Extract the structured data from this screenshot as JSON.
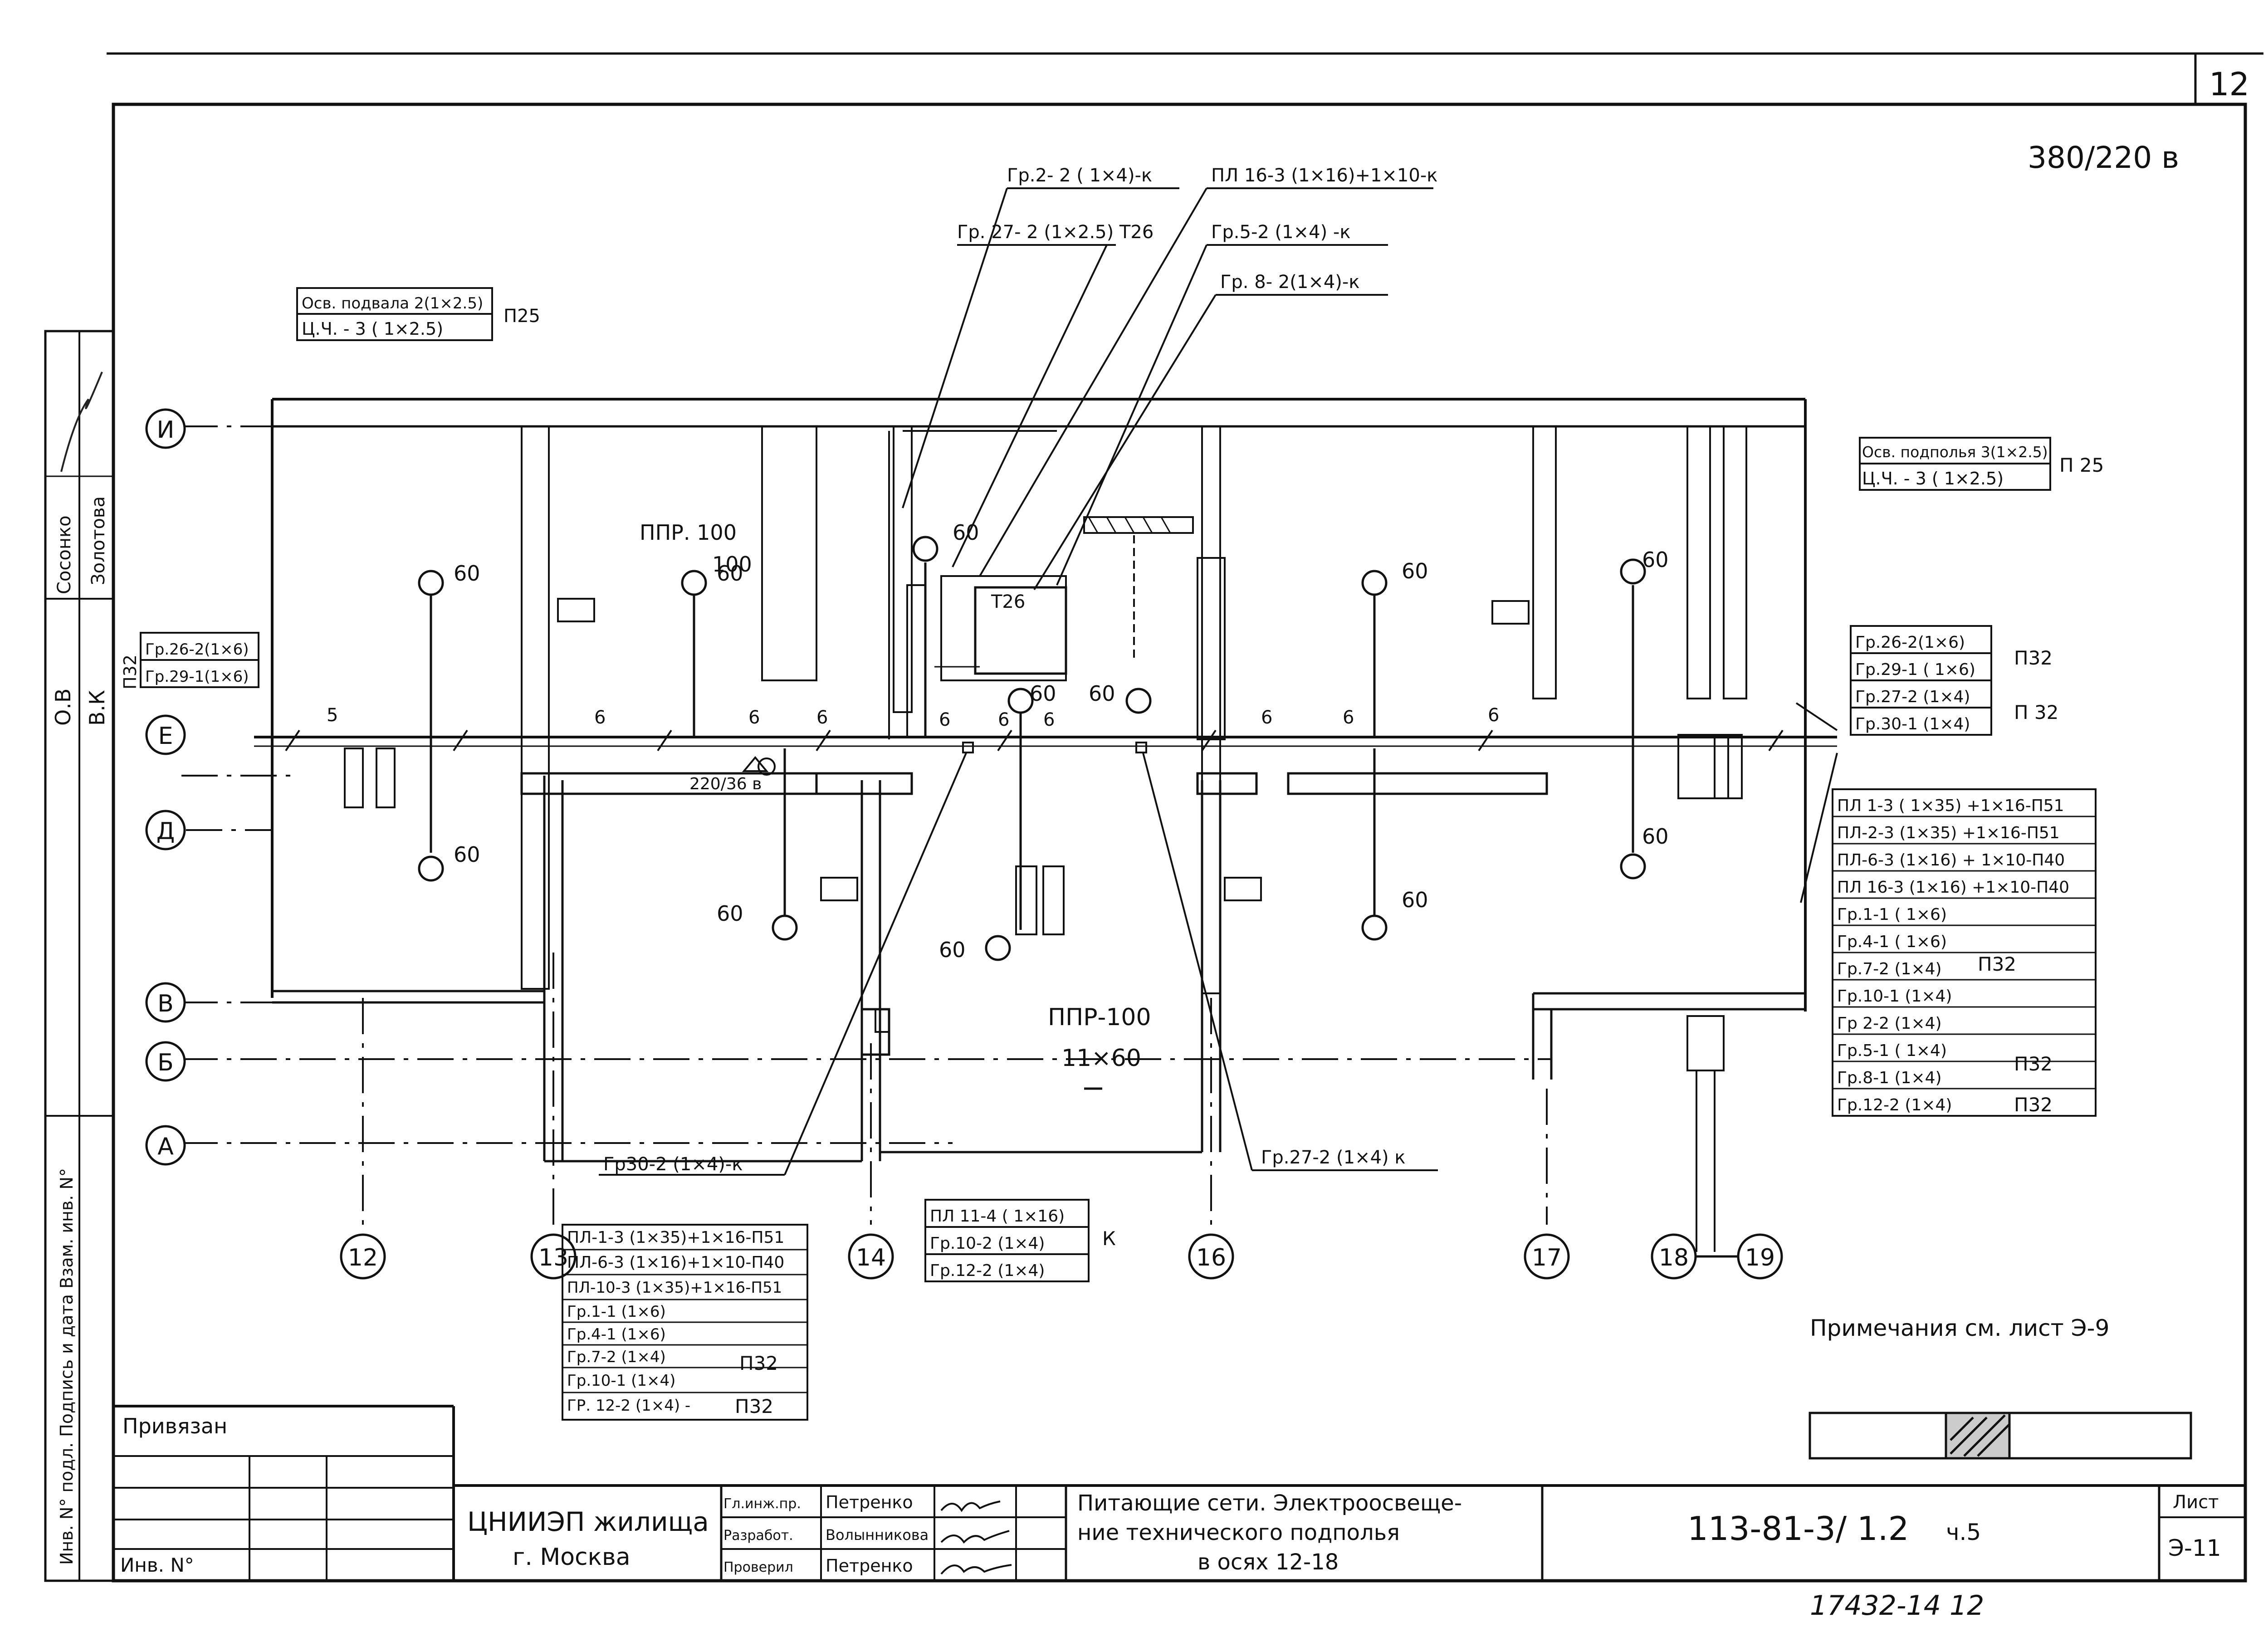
{
  "sheet": {
    "page_number": "12",
    "voltage": "380/220 в",
    "note": "Примечания см. лист Э-9",
    "bottom_number": "17432-14 12"
  },
  "axes": {
    "rows": [
      "И",
      "Е",
      "Д",
      "В",
      "Б",
      "А"
    ],
    "columns": [
      "12",
      "13",
      "14",
      "16",
      "17",
      "18",
      "19"
    ]
  },
  "labels": {
    "top_bundle": [
      "Гр.2- 2 ( 1×4)-к",
      "ПЛ 16-3 (1×16)+1×10-к",
      "Гр. 27- 2 (1×2.5) Т26",
      "Гр.5-2 (1×4) -к",
      "Гр. 8- 2(1×4)-к"
    ],
    "left_top_group": [
      "Осв. подвала 2(1×2.5)",
      "Ц.Ч. - 3 ( 1×2.5)"
    ],
    "left_top_suffix": "П25",
    "right_top_group": [
      "Осв. подполья 3(1×2.5)",
      "Ц.Ч. - 3 ( 1×2.5)"
    ],
    "right_top_suffix": "П 25",
    "left_mid_group": [
      "Гр.26-2(1×6)",
      "Гр.29-1(1×6)"
    ],
    "left_mid_suffix": "П32",
    "right_mid_group": [
      "Гр.26-2(1×6)",
      "Гр.29-1 ( 1×6)",
      "Гр.27-2 (1×4)",
      "Гр.30-1 (1×4)"
    ],
    "right_mid_suffix_a": "П32",
    "right_mid_suffix_b": "П 32",
    "right_bottom_group": [
      "ПЛ 1-3 ( 1×35) +1×16-П51",
      "ПЛ-2-3 (1×35) +1×16-П51",
      "ПЛ-6-3 (1×16) + 1×10-П40",
      "ПЛ 16-3 (1×16) +1×10-П40",
      "Гр.1-1 ( 1×6)",
      "Гр.4-1 ( 1×6)",
      "Гр.7-2 (1×4)",
      "Гр.10-1 (1×4)",
      "Гр 2-2 (1×4)",
      "Гр.5-1 ( 1×4)",
      "Гр.8-1 (1×4)",
      "Гр.12-2 (1×4)"
    ],
    "right_bottom_suffix_a": "П32",
    "right_bottom_suffix_b": "П32",
    "right_bottom_suffix_c": "П32",
    "center_bottom_group": [
      "ПЛ 11-4 ( 1×16)",
      "Гр.10-2 (1×4)",
      "Гр.12-2 (1×4)"
    ],
    "center_bottom_suffix": "К",
    "left_bottom_group": [
      "ПЛ-1-3 (1×35)+1×16-П51",
      "ПЛ-6-3 (1×16)+1×10-П40",
      "ПЛ-10-3 (1×35)+1×16-П51",
      "Гр.1-1 (1×6)",
      "Гр.4-1 (1×6)",
      "Гр.7-2 (1×4)",
      "Гр.10-1 (1×4)",
      "ГР. 12-2 (1×4) -"
    ],
    "left_bottom_suffix_a": "П32",
    "left_bottom_suffix_b": "П32",
    "gr30": "Гр30-2 (1×4)-к",
    "gr27": "Гр.27-2 (1×4) к",
    "ppr100_top": "ППР. 100",
    "ppr100_top_val": "100",
    "ppr100_bot": "ППР-100",
    "ppr100_bot_val": "11×60",
    "t26": "Т26",
    "transformer": "220/36 в",
    "lamp_values": [
      "60",
      "60",
      "60",
      "60",
      "60",
      "60",
      "60",
      "60",
      "60",
      "60",
      "60",
      "60",
      "60"
    ],
    "segment_marks": [
      "5",
      "6",
      "6",
      "6",
      "6",
      "6",
      "6",
      "6",
      "6",
      "6"
    ]
  },
  "stamp": {
    "privyazan": "Привязан",
    "inv_label": "Инв. N°",
    "org_line1": "ЦНИИЭП жилища",
    "org_line2": "г. Москва",
    "roles": [
      "Гл.инж.пр.",
      "Разработ.",
      "Проверил"
    ],
    "names": [
      "Петренко",
      "Волынникова",
      "Петренко"
    ],
    "title_line1": "Питающие сети. Электроосвеще-",
    "title_line2": "ние технического подполья",
    "title_line3": "в осях 12-18",
    "code": "113-81-3/ 1.2",
    "part": "ч.5",
    "list_label": "Лист",
    "list_value": "Э-11"
  },
  "side_stamp": {
    "roles": [
      "О.В",
      "В.К"
    ],
    "names": [
      "Сосонко",
      "Золотова"
    ],
    "vertical_text": "Инв. N° подл. Подпись и дата Взам. инв. N°"
  }
}
